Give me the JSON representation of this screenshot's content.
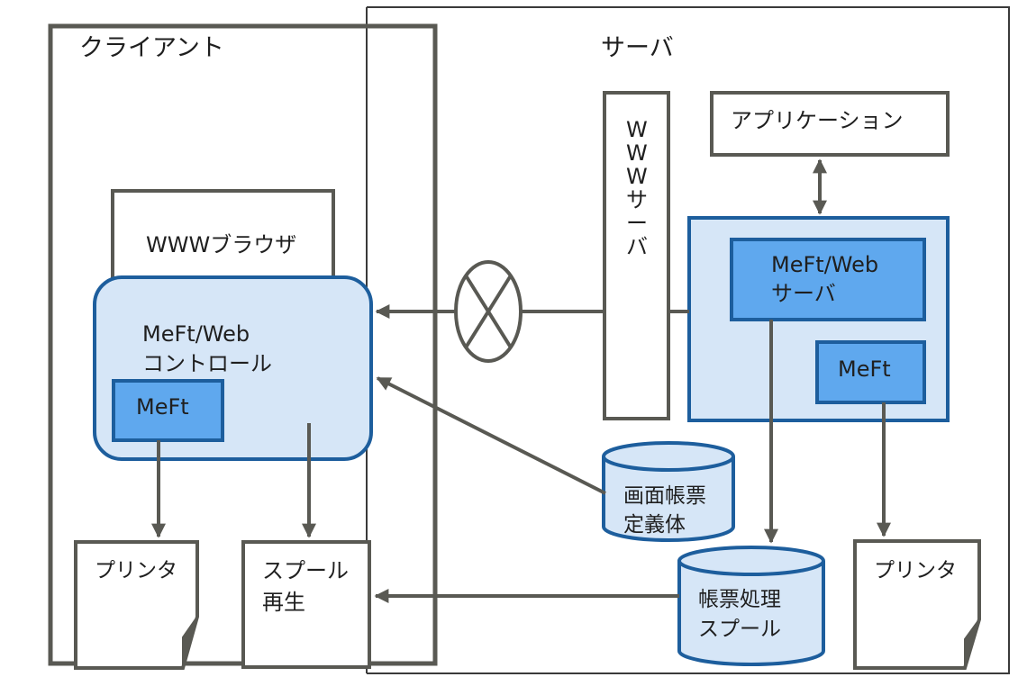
{
  "client": {
    "title": "クライアント",
    "browser": "WWWブラウザ",
    "control": [
      "MeFt/Web",
      "コントロール"
    ],
    "meft": "MeFt",
    "printer": "プリンタ",
    "spool_replay": [
      "スプール",
      "再生"
    ]
  },
  "server": {
    "title": "サーバ",
    "www_server": "WWWサーバ",
    "application": "アプリケーション",
    "meft_web_server": [
      "MeFt/Web",
      "サーバ"
    ],
    "meft": "MeFt",
    "printer": "プリンタ"
  },
  "storage": {
    "screen_form_definition": [
      "画面帳票",
      "定義体"
    ],
    "form_spool": [
      "帳票処理",
      "スプール"
    ]
  },
  "colors": {
    "line": "#595953",
    "light_blue": "#d6e6f7",
    "mid_blue": "#5fa8ee",
    "border_blue": "#1d5e9d"
  }
}
